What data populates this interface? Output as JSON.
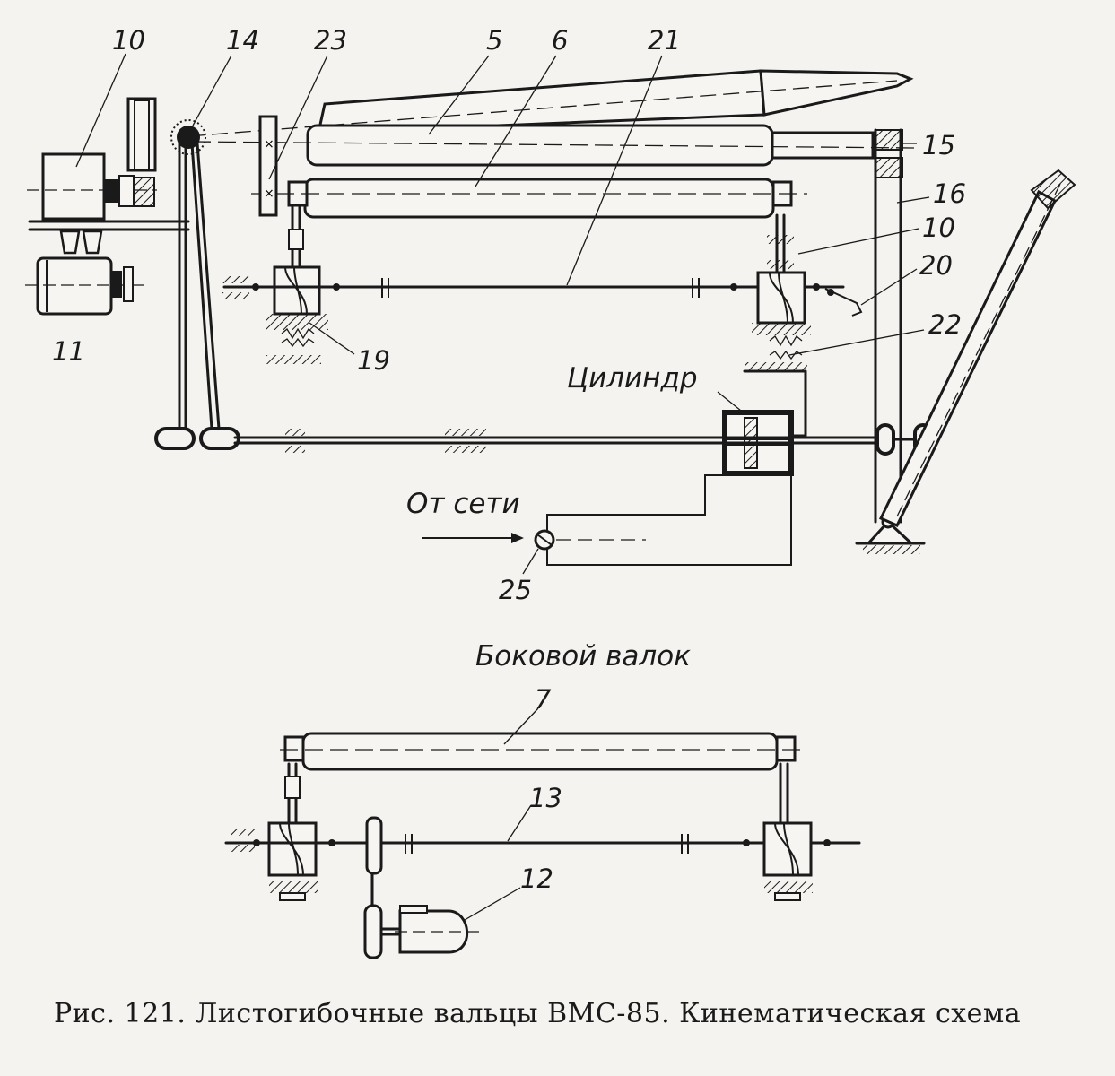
{
  "labels": {
    "l10a": "10",
    "l14": "14",
    "l23": "23",
    "l5": "5",
    "l6": "6",
    "l21": "21",
    "l15": "15",
    "l16": "16",
    "l10b": "10",
    "l20": "20",
    "l22": "22",
    "l19": "19",
    "l11": "11",
    "l25": "25",
    "l7": "7",
    "l13": "13",
    "l12": "12"
  },
  "text": {
    "cylinder": "Цилиндр",
    "from_net": "От сети",
    "side_roll": "Боковой валок"
  },
  "caption": "Рис. 121. Листогибочные вальцы ВМС-85. Кинематическая схема"
}
